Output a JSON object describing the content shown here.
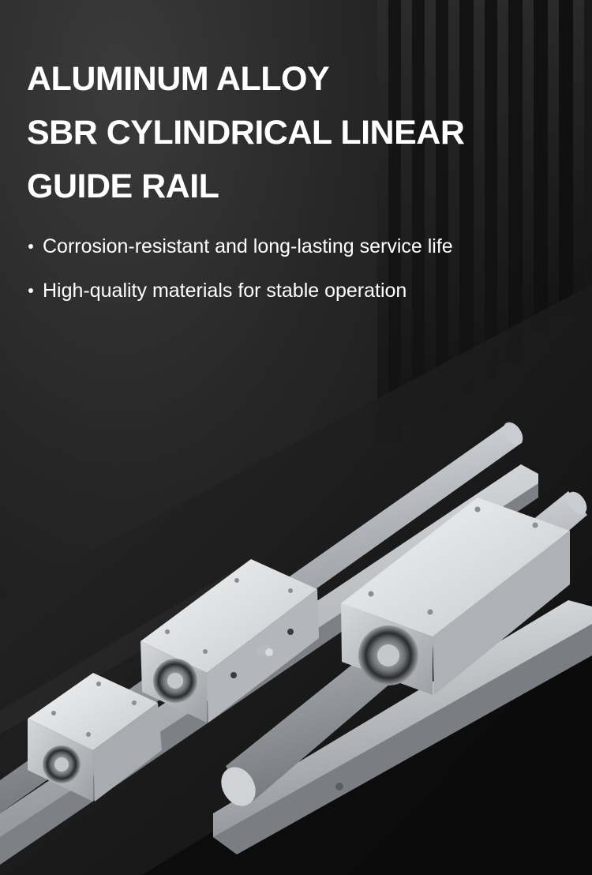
{
  "hero": {
    "title_lines": [
      "ALUMINUM ALLOY",
      "SBR CYLINDRICAL LINEAR",
      "GUIDE RAIL"
    ],
    "bullets": [
      "Corrosion-resistant and long-lasting service life",
      "High-quality materials for stable operation"
    ]
  },
  "product_image": {
    "subject": "two aluminum SBR linear rails with slide blocks",
    "icon": "linear-guide-rail-icon"
  },
  "colors": {
    "background": "#1a1a1a",
    "text": "#ffffff",
    "aluminum": "#c9ccd0"
  }
}
